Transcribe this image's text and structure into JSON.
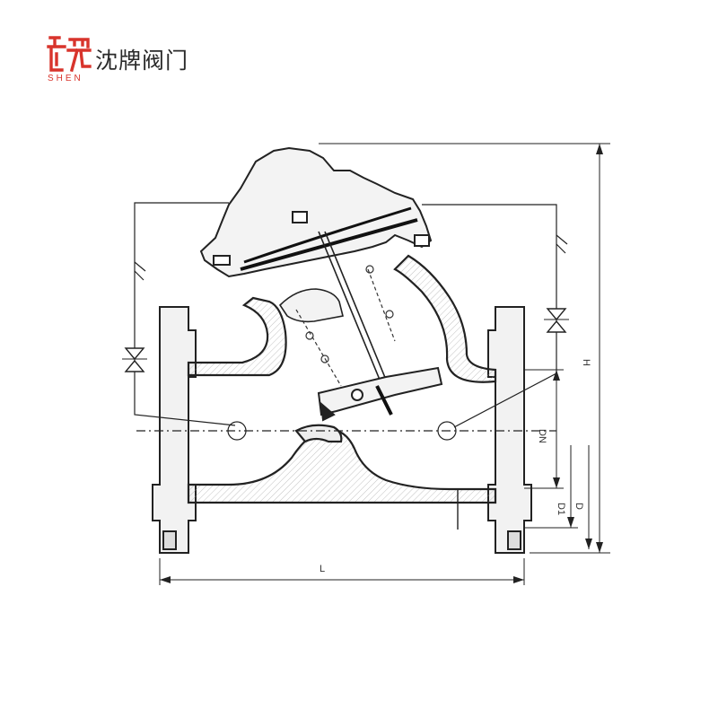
{
  "brand": {
    "mark_color": "#d8342c",
    "name": "沈牌阀门",
    "sub": "SHEN"
  },
  "dimensions": {
    "L": "L",
    "H": "H",
    "DN": "DN",
    "D1": "D1",
    "D": "D"
  }
}
